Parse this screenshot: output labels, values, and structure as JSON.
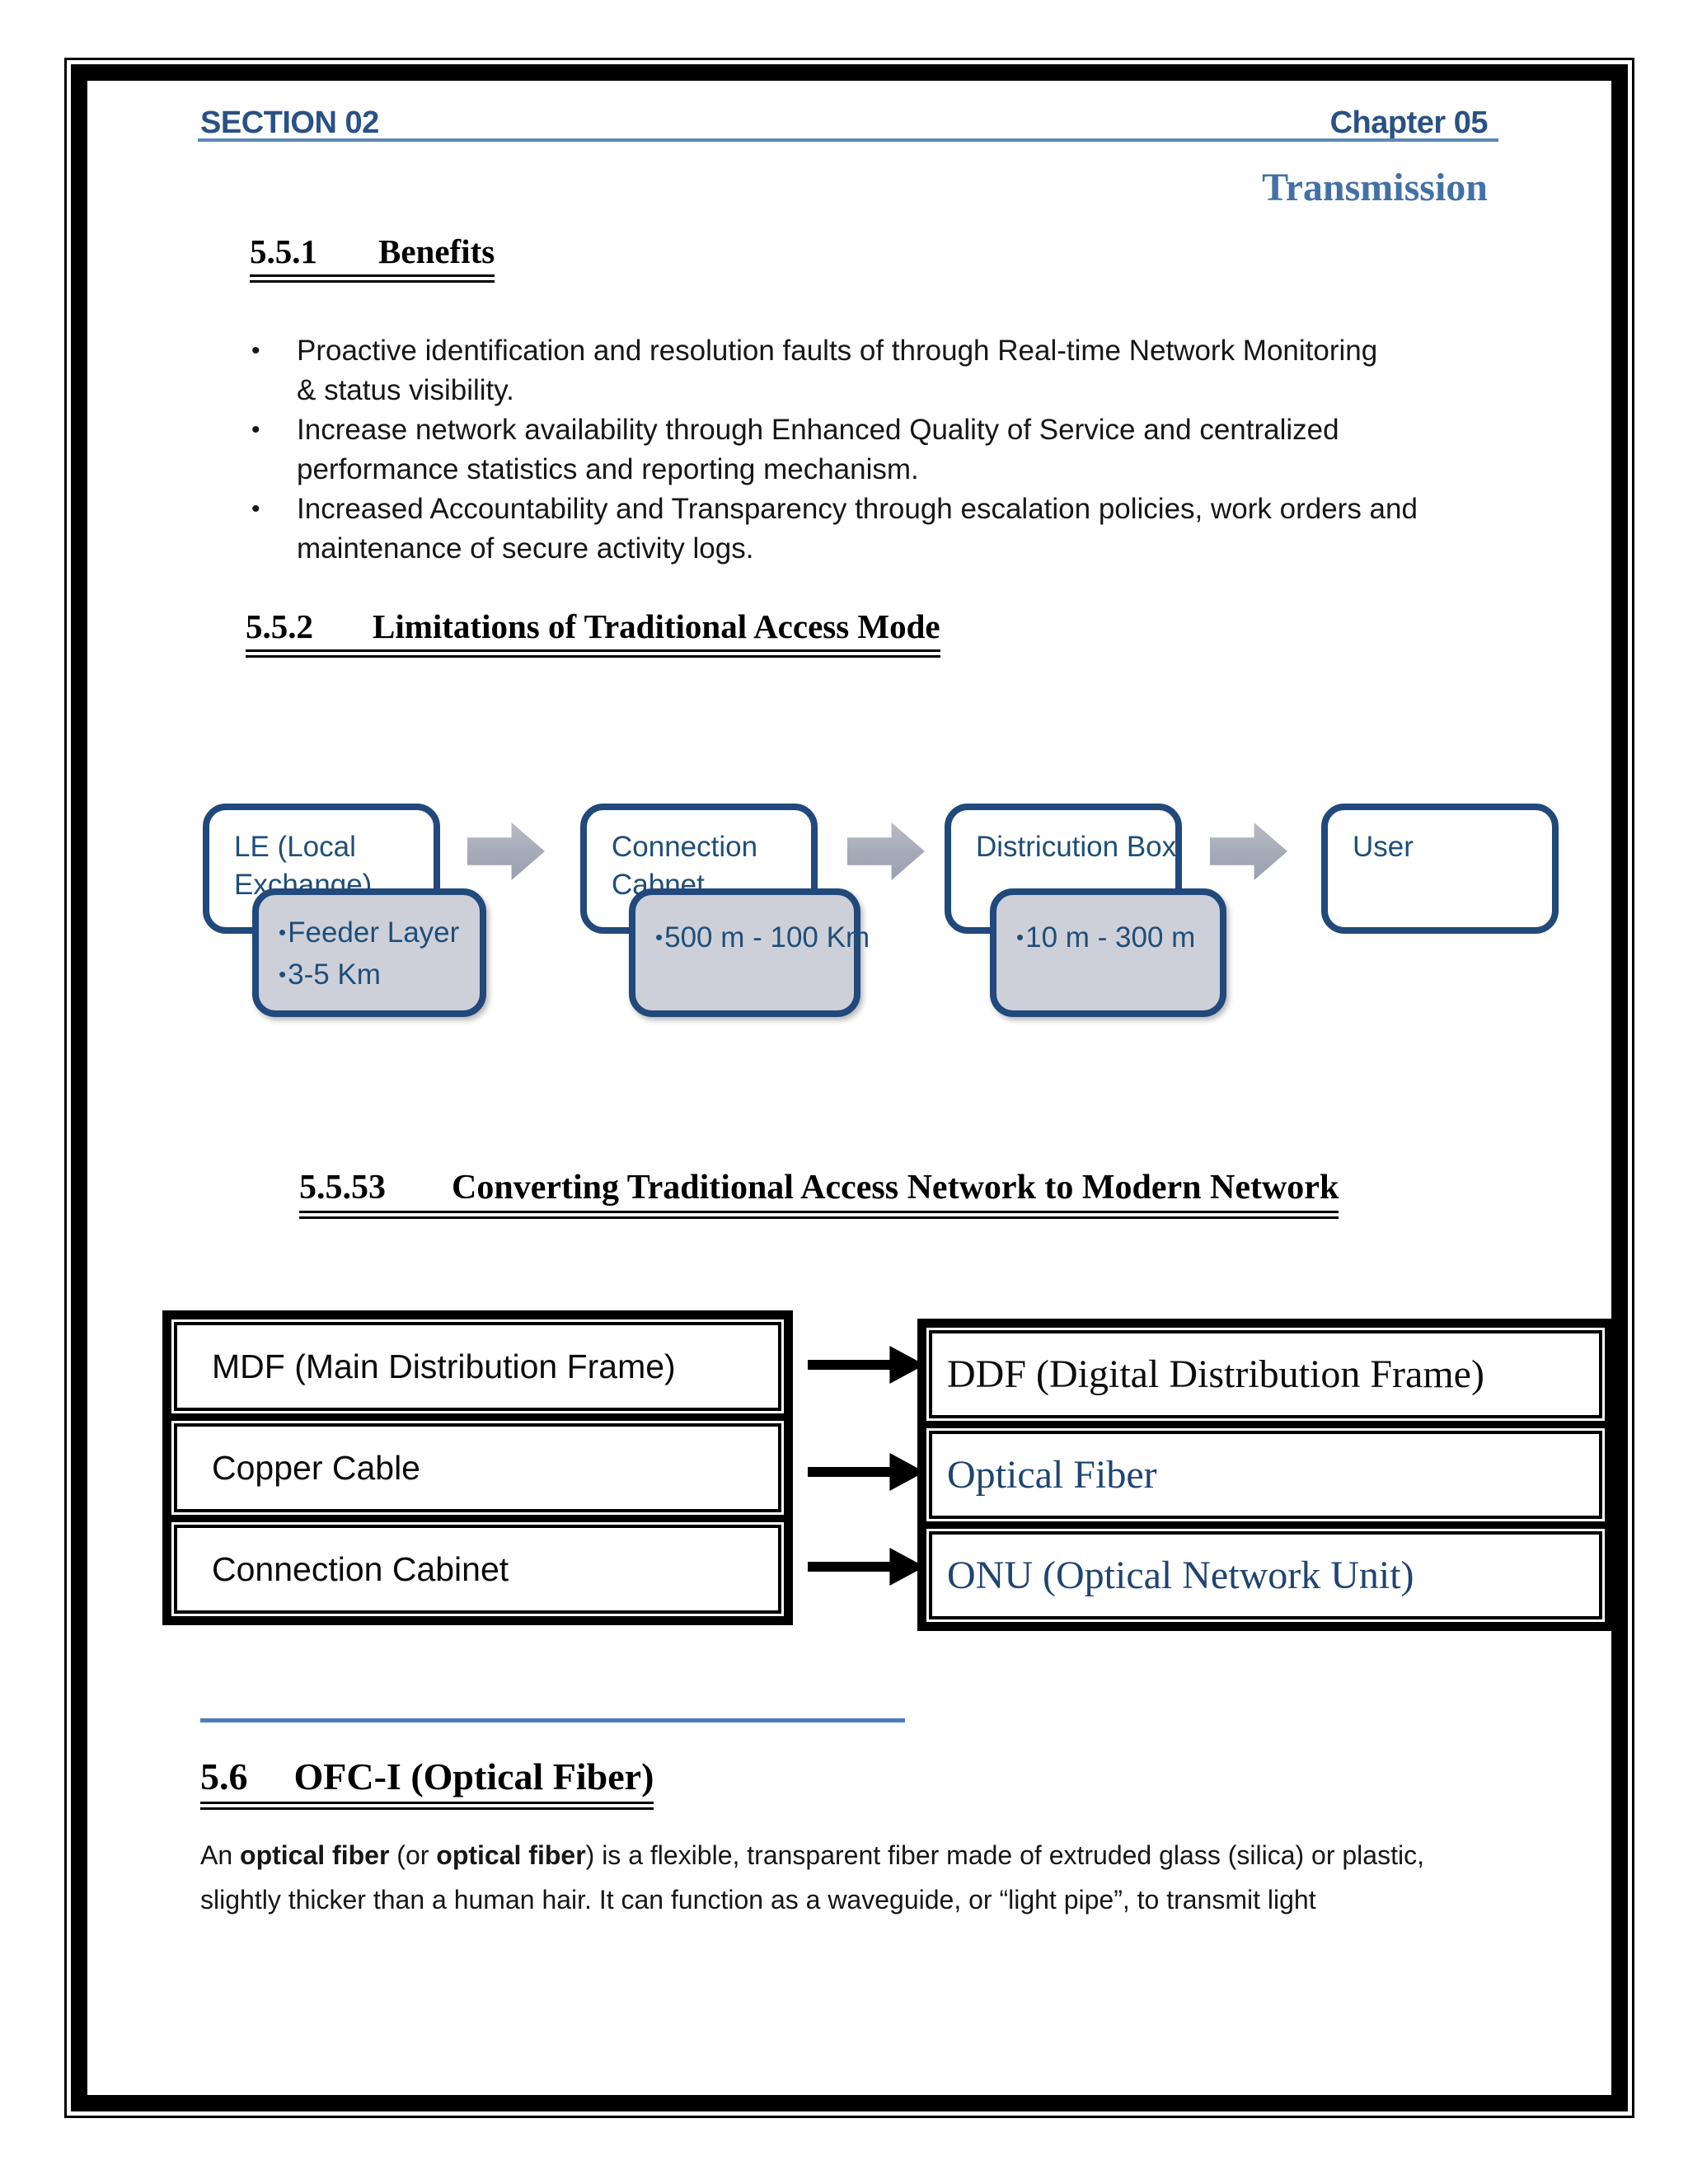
{
  "bullet_char": "•",
  "header": {
    "left": "SECTION 02",
    "right": "Chapter 05",
    "subtitle": "Transmission"
  },
  "sections": {
    "s551": {
      "number": "5.5.1",
      "title": "Benefits"
    },
    "s552": {
      "number": "5.5.2",
      "title": "Limitations of Traditional Access Mode"
    },
    "s5553": {
      "number": "5.5.53",
      "title": "Converting Traditional Access Network to Modern Network"
    },
    "s56": {
      "number": "5.6",
      "title": "OFC-I (Optical Fiber)"
    }
  },
  "bullets": [
    {
      "lines": [
        "Proactive identification and resolution faults of through Real-time Network Monitoring",
        "& status visibility."
      ]
    },
    {
      "lines": [
        "Increase network availability through Enhanced Quality of Service and centralized",
        "performance statistics and reporting mechanism."
      ]
    },
    {
      "lines": [
        "Increased Accountability and Transparency through escalation policies, work orders and",
        "maintenance of secure activity logs."
      ]
    }
  ],
  "flow": {
    "steps": [
      {
        "label_lines": [
          "LE (Local",
          "Exchange)"
        ],
        "sub_items": [
          "Feeder Layer",
          "3-5 Km"
        ]
      },
      {
        "label_lines": [
          "Connection",
          "Cabnet"
        ],
        "sub_items": [
          "500 m - 100 Km"
        ]
      },
      {
        "label_lines": [
          "Districution Box",
          ""
        ],
        "sub_items": [
          "10 m - 300 m"
        ]
      },
      {
        "label_lines": [
          "User",
          ""
        ],
        "sub_items": []
      }
    ]
  },
  "conversion": {
    "left": [
      "MDF (Main Distribution Frame)",
      "Copper Cable",
      "Connection Cabinet"
    ],
    "right": [
      "DDF (Digital Distribution Frame)",
      "Optical Fiber",
      "ONU (Optical Network Unit)"
    ]
  },
  "paragraph": {
    "l1_s0": "An ",
    "l1_b0": "optical fiber",
    "l1_s1": " (or ",
    "l1_b1": "optical fiber",
    "l1_s2": ") is a flexible, transparent fiber made of extruded glass (silica) or plastic,",
    "l2": "slightly thicker than a human hair. It can function as a waveguide, or “light pipe”, to transmit light"
  },
  "colors": {
    "header_navy": "#2a5186",
    "rule_blue": "#5d89ba",
    "subtitle_blue": "#4371a7",
    "diagram_border_blue": "#21497b",
    "diagram_text_blue": "#1f4e79",
    "gray_fill": "#ced0d9",
    "arrow_gray": "#a6aab8",
    "conversion_blue": "#1f4470",
    "black": "#000000"
  }
}
